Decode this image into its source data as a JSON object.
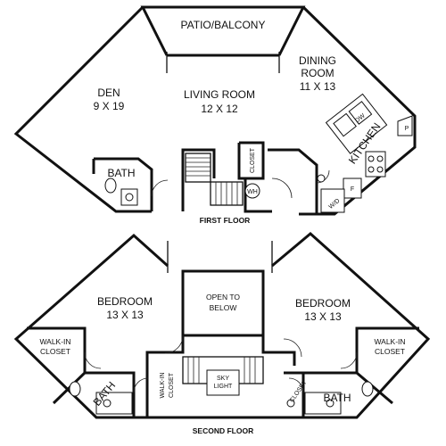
{
  "first_floor": {
    "caption": "FIRST FLOOR",
    "patio": "PATIO/BALCONY",
    "den": {
      "name": "DEN",
      "size": "9 X 19"
    },
    "living": {
      "name": "LIVING ROOM",
      "size": "12 X 12"
    },
    "dining": {
      "name": "DINING",
      "name2": "ROOM",
      "size": "11 X 13"
    },
    "kitchen": "KITCHEN",
    "bath": "BATH",
    "closet": "CLOSET",
    "water_heater": "WH",
    "washer_dryer": "W/D",
    "fridge": "F",
    "pantry": "P",
    "dishwasher": "DW"
  },
  "second_floor": {
    "caption": "SECOND FLOOR",
    "bedroom_left": {
      "name": "BEDROOM",
      "size": "13 X 13"
    },
    "bedroom_right": {
      "name": "BEDROOM",
      "size": "13 X 13"
    },
    "open_to_below": {
      "line1": "OPEN TO",
      "line2": "BELOW"
    },
    "walkin_left": {
      "line1": "WALK-IN",
      "line2": "CLOSET"
    },
    "walkin_right": {
      "line1": "WALK-IN",
      "line2": "CLOSET"
    },
    "walkin_center": {
      "line1": "WALK-IN",
      "line2": "CLOSET"
    },
    "skylight": {
      "line1": "SKY",
      "line2": "LIGHT"
    },
    "bath_left": "BATH",
    "bath_right": "BATH",
    "closet_right": "CLOSET"
  }
}
